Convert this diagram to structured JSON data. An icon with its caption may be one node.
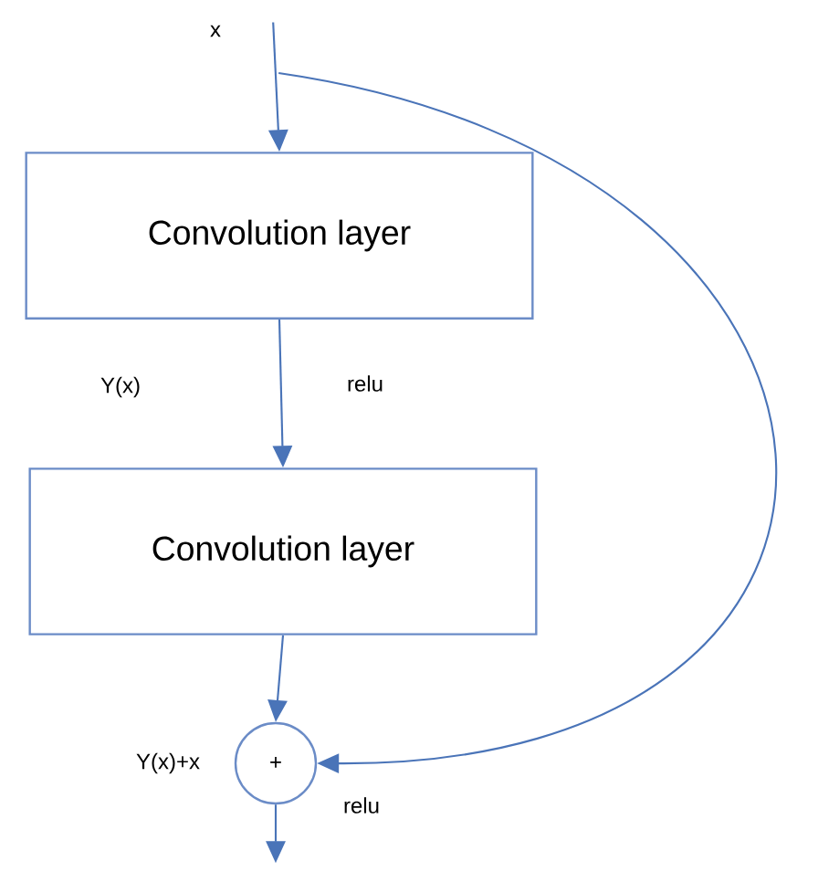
{
  "diagram": {
    "nodes": [
      {
        "text": [
          "x"
        ]
      },
      {
        "text": [
          "Convolution layer"
        ]
      },
      {
        "text": [
          "Convolution layer"
        ]
      },
      {
        "text": [
          "+"
        ]
      }
    ],
    "edges": [
      {
        "from": 0,
        "to": 1,
        "arrow": "to"
      },
      {
        "from": 0,
        "to": 3,
        "arrow": "to"
      },
      {
        "from": 1,
        "to": 2,
        "arrow": "to"
      },
      {
        "from": 2,
        "to": 3,
        "arrow": "to"
      },
      {
        "from": 3,
        "to": null,
        "arrow": "to"
      }
    ],
    "labels": [
      "Y(x)",
      "relu",
      "Y(x)+x",
      "relu"
    ]
  }
}
